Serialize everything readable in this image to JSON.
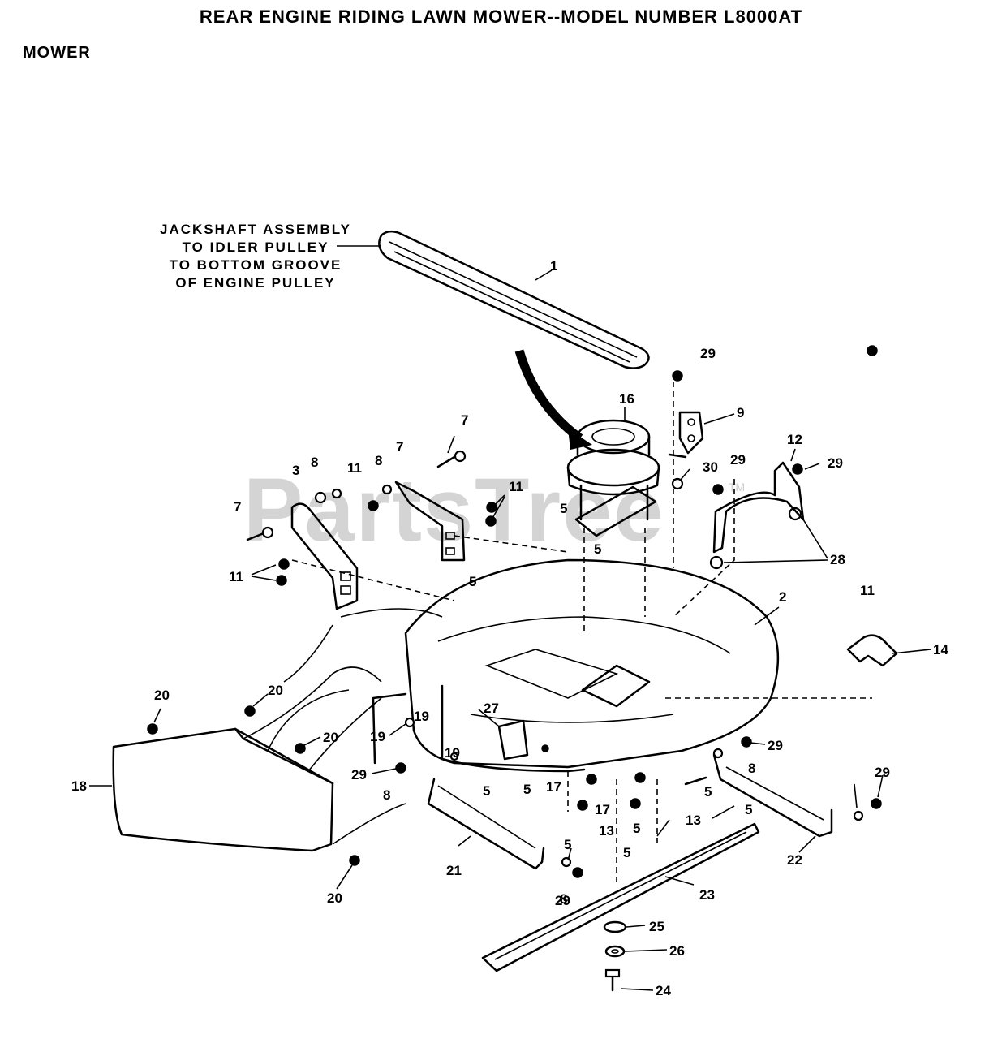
{
  "header": {
    "title": "REAR ENGINE RIDING LAWN MOWER--MODEL NUMBER  L8000AT",
    "section": "MOWER"
  },
  "note": {
    "lines": [
      "JACKSHAFT ASSEMBLY",
      "TO IDLER PULLEY",
      "TO BOTTOM GROOVE",
      "OF ENGINE PULLEY"
    ]
  },
  "watermark": {
    "text": "PartsTree",
    "tm": "TM"
  },
  "callouts": [
    "1",
    "29",
    "16",
    "9",
    "7",
    "3",
    "8",
    "11",
    "8",
    "7",
    "12",
    "29",
    "30",
    "29",
    "11",
    "5",
    "5",
    "7",
    "28",
    "11",
    "5",
    "2",
    "11",
    "14",
    "20",
    "20",
    "27",
    "19",
    "19",
    "29",
    "20",
    "18",
    "19",
    "29",
    "8",
    "8",
    "5",
    "5",
    "17",
    "5",
    "17",
    "13",
    "5",
    "13",
    "5",
    "29",
    "5",
    "22",
    "21",
    "5",
    "8",
    "29",
    "23",
    "25",
    "26",
    "24",
    "20"
  ]
}
